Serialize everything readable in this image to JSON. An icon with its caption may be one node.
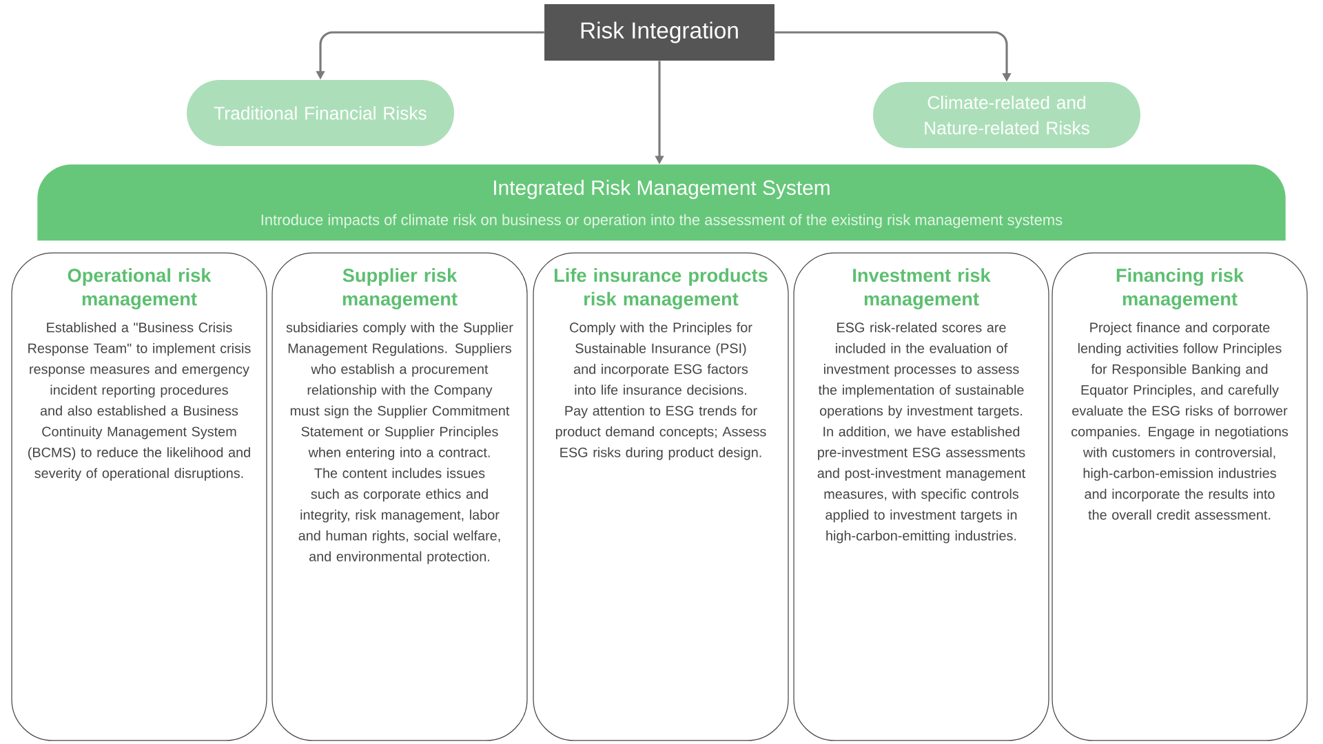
{
  "diagram": {
    "nodes": [
      {
        "text": [
          "Risk Integration"
        ]
      },
      {
        "text": [
          "Traditional Financial Risks"
        ]
      },
      {
        "text": [
          "Climate-related and Nature-related Risks"
        ]
      },
      {
        "text": [
          "Integrated Risk Management System",
          "Introduce impacts of climate risk on business or operation into the assessment of the existing risk management systems"
        ]
      },
      {
        "text": [
          "Operational risk management",
          "Established a \"Business Crisis Response Team\" to implement crisis response measures and emergency incident reporting procedures and also established a Business Continuity Management System (BCMS) to reduce the likelihood and severity of operational disruptions."
        ]
      },
      {
        "text": [
          "Supplier risk management",
          "subsidiaries comply with the Supplier Management Regulations. Suppliers who establish a procurement relationship with the Company must sign the Supplier Commitment Statement or Supplier Principles when entering into a contract. The content includes issues such as corporate ethics and integrity, risk management, labor and human rights, social welfare, and environmental protection."
        ]
      },
      {
        "text": [
          "Life insurance products risk management",
          "Comply with the Principles for Sustainable Insurance (PSI) and incorporate ESG factors into life insurance decisions. Pay attention to ESG trends for product demand concepts; Assess ESG risks during product design."
        ]
      },
      {
        "text": [
          "Investment risk management",
          "ESG risk-related scores are included in the evaluation of investment processes to assess the implementation of sustainable operations by investment targets. In addition, we have established pre-investment ESG assessments and post-investment management measures, with specific controls applied to investment targets in high-carbon-emitting industries."
        ]
      },
      {
        "text": [
          "Financing risk management",
          "Project finance and corporate lending activities follow Principles for Responsible Banking and Equator Principles, and carefully evaluate the ESG risks of borrower companies. Engage in negotiations with customers in controversial, high-carbon-emission industries and incorporate the results into the overall credit assessment."
        ]
      }
    ],
    "edges": [
      {
        "from": 0,
        "to": 1,
        "arrow": "to"
      },
      {
        "from": 0,
        "to": 2,
        "arrow": "to"
      },
      {
        "from": 0,
        "to": 3,
        "arrow": "to"
      }
    ]
  }
}
